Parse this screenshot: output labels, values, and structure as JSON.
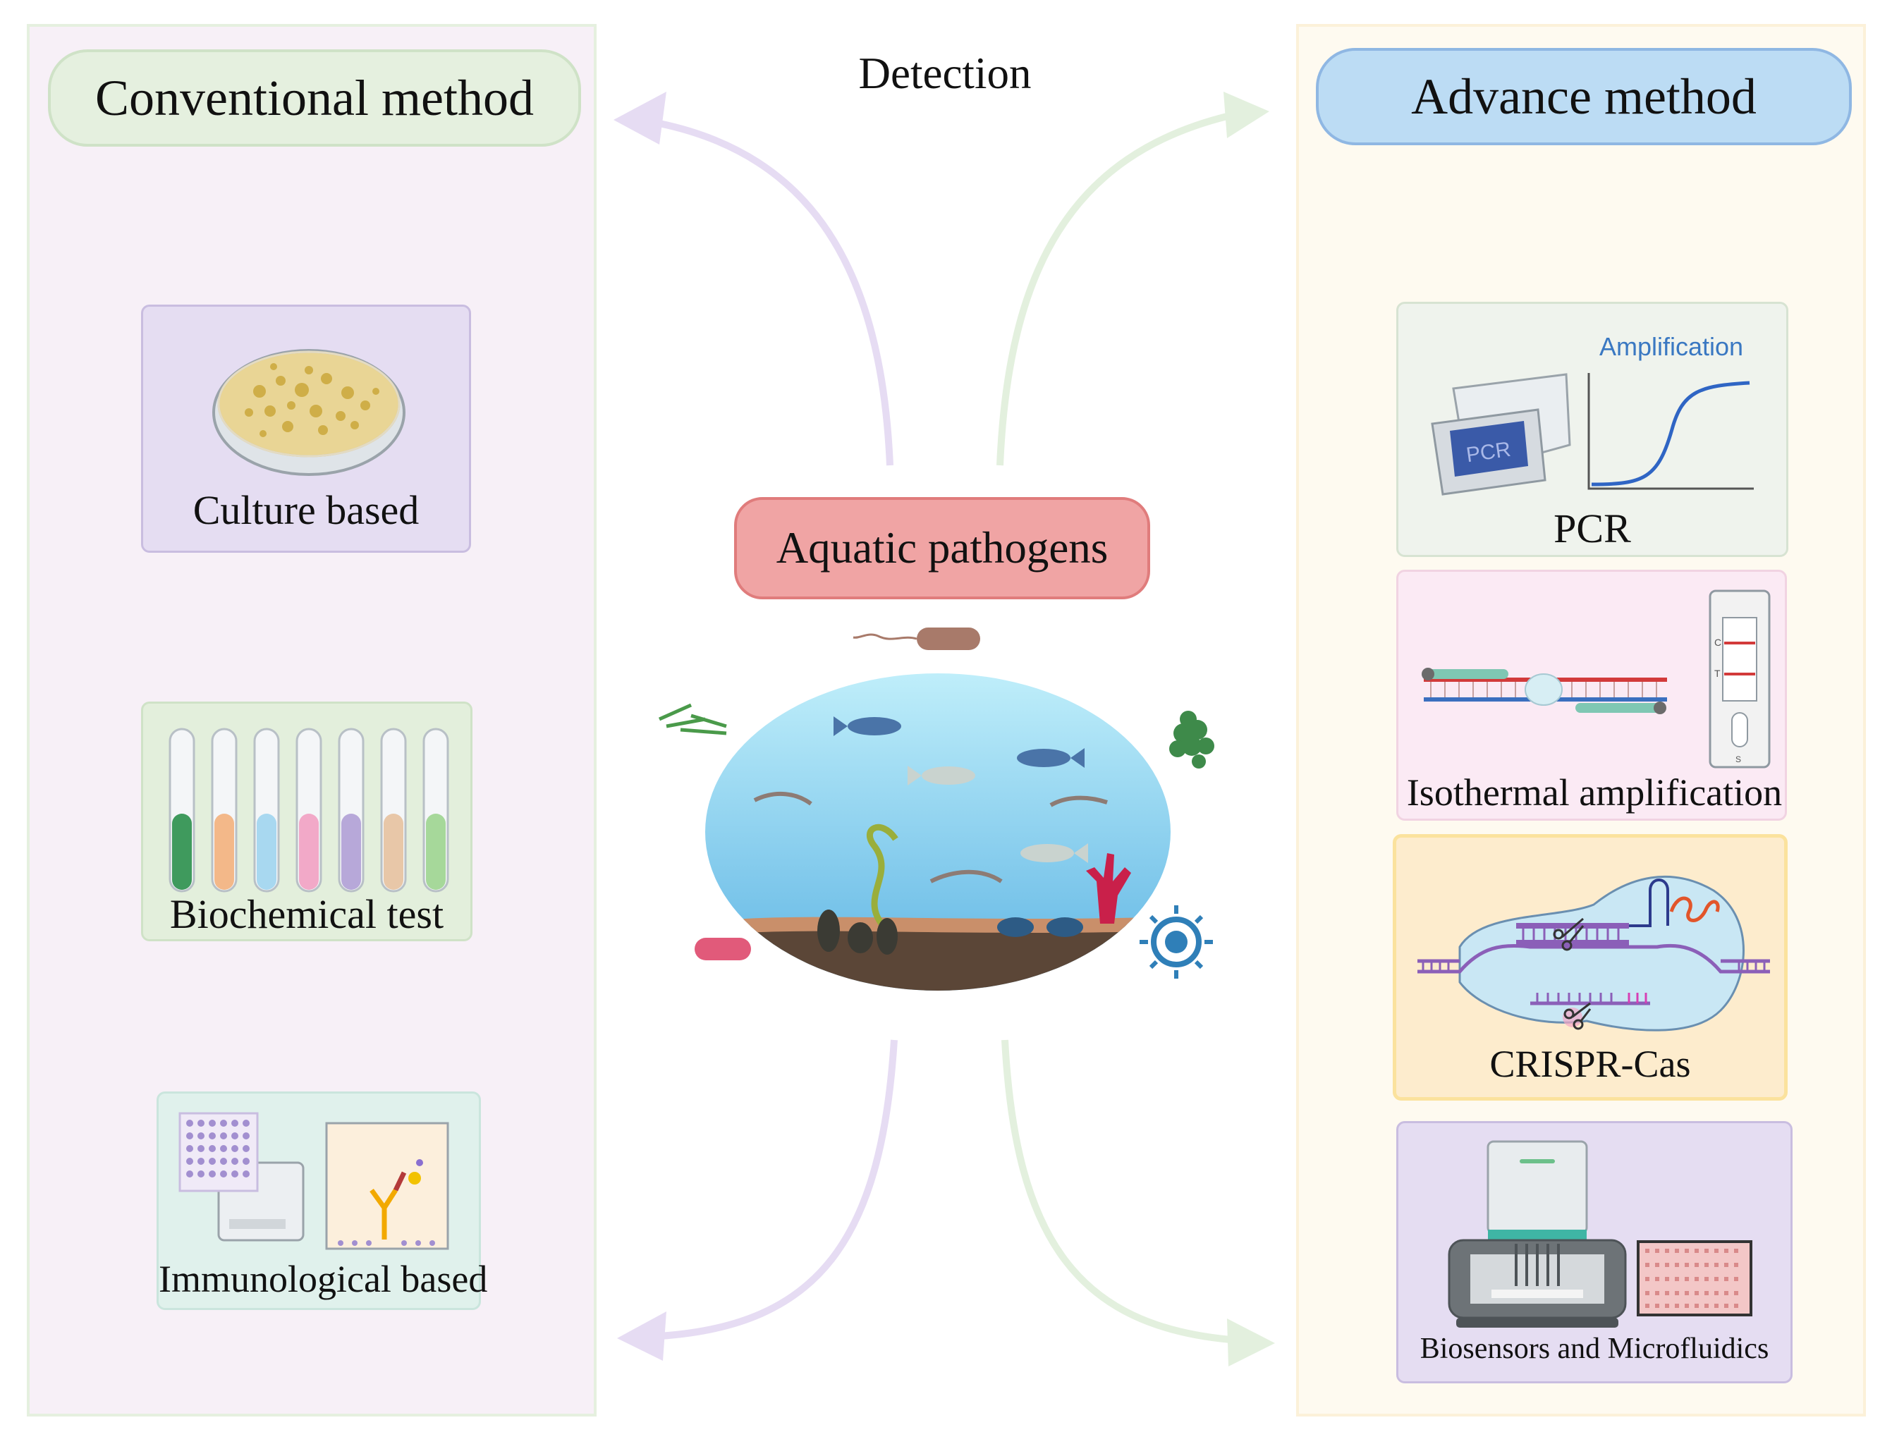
{
  "header": {
    "detection": "Detection"
  },
  "left": {
    "title": "Conventional method",
    "cards": [
      {
        "label": "Culture based"
      },
      {
        "label": "Biochemical test"
      },
      {
        "label": "Immunological based"
      }
    ]
  },
  "center": {
    "title": "Aquatic pathogens"
  },
  "right": {
    "title": "Advance method",
    "cards": [
      {
        "label": "PCR",
        "chart_caption": "Amplification",
        "device_text": "PCR"
      },
      {
        "label": "Isothermal amplification",
        "strip_marks": [
          "C",
          "T",
          "S"
        ]
      },
      {
        "label": "CRISPR-Cas"
      },
      {
        "label": "Biosensors and Microfluidics"
      }
    ]
  },
  "colors": {
    "left_panel": "#f7f0f7",
    "right_panel": "#fefaf0",
    "conventional_pill": "#e5f0df",
    "advance_pill": "#bcdcf4",
    "pathogen_pill": "#f0a4a4",
    "arrow_purple": "#e6dcf3",
    "arrow_green": "#e3f0de",
    "amplification_text": "#3a78c2"
  }
}
